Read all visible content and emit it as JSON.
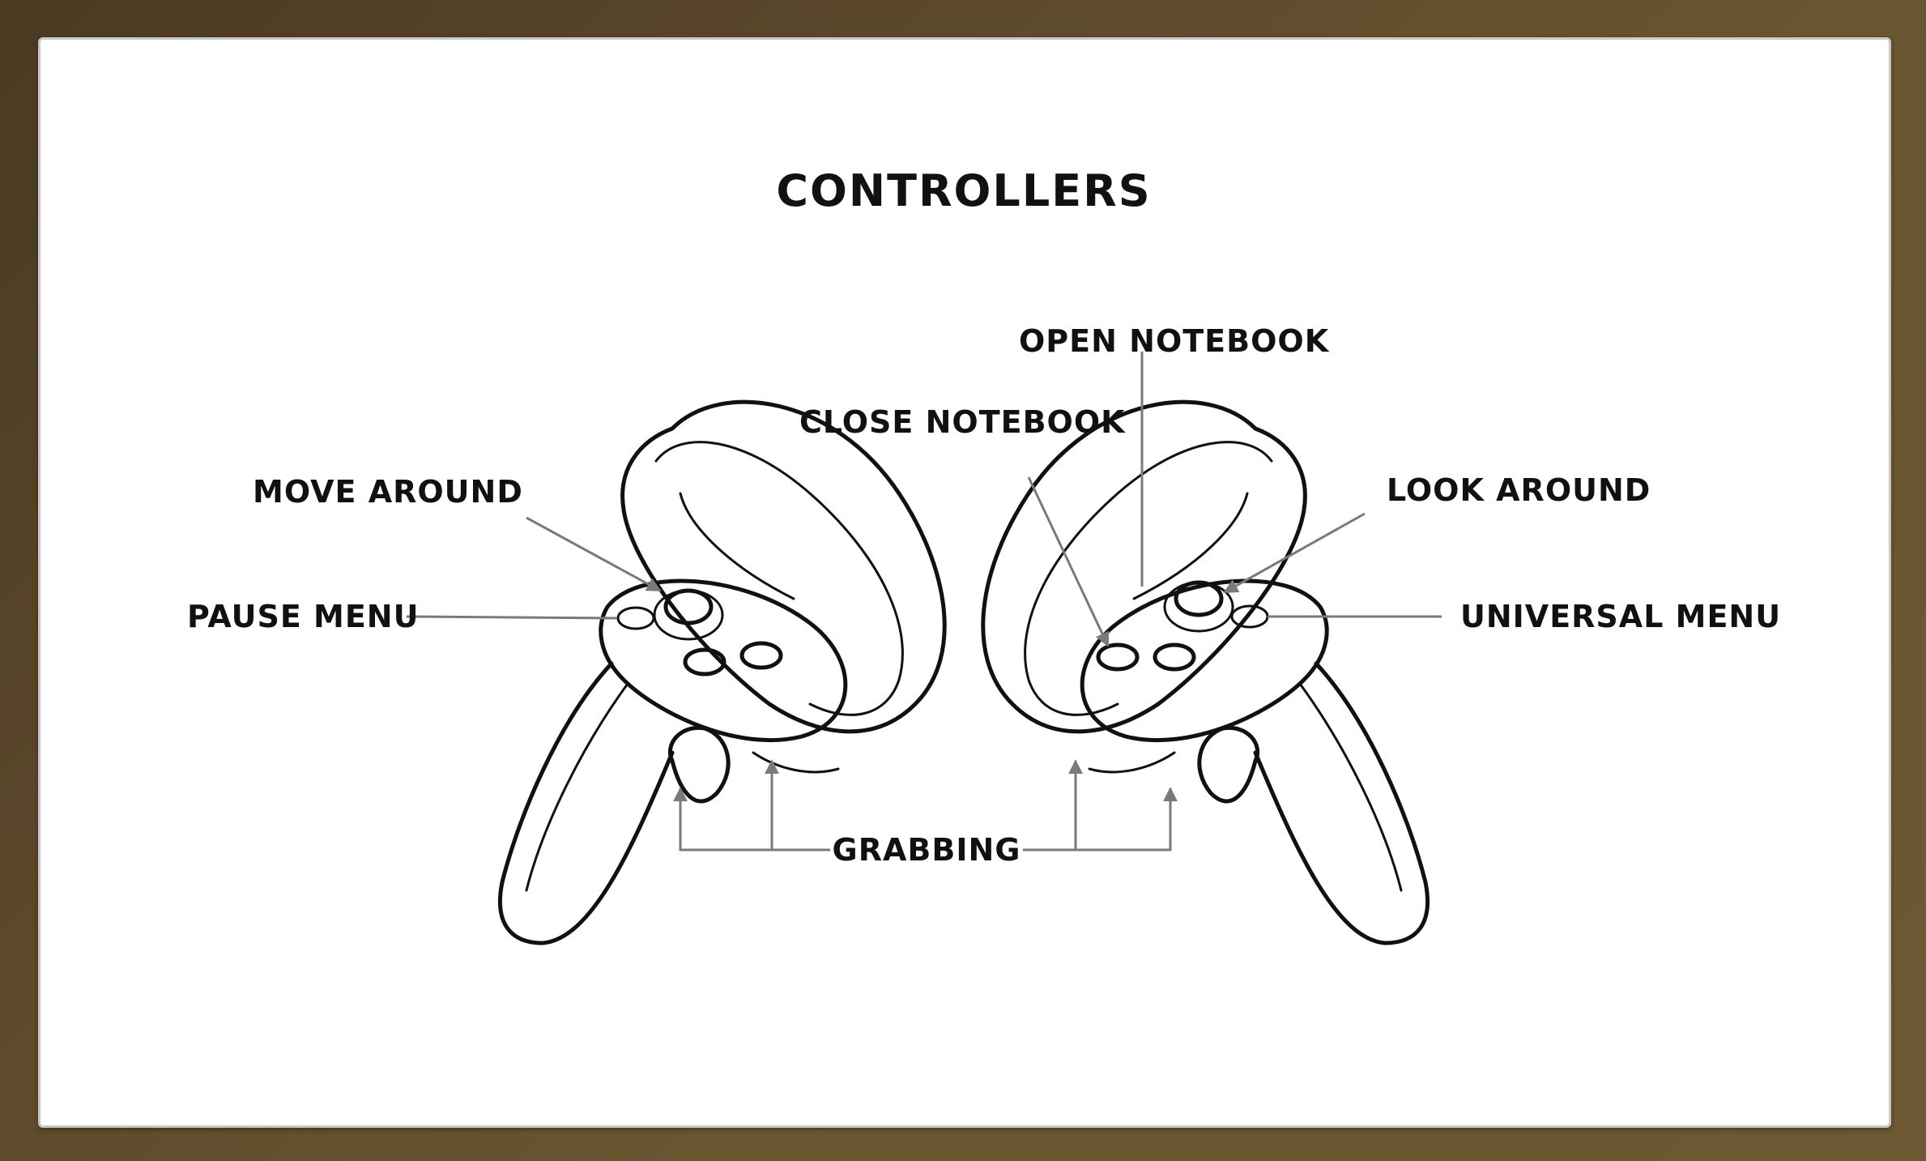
{
  "title": "CONTROLLERS",
  "labels": {
    "move_around": "MOVE AROUND",
    "pause_menu": "PAUSE MENU",
    "close_notebook": "CLOSE NOTEBOOK",
    "open_notebook": "OPEN NOTEBOOK",
    "look_around": "LOOK AROUND",
    "universal_menu": "UNIVERSAL MENU",
    "grabbing": "GRABBING"
  },
  "colors": {
    "background": "#5e4a2c",
    "panel": "#ffffff",
    "ink": "#111111",
    "leader": "#7a7a7a"
  }
}
